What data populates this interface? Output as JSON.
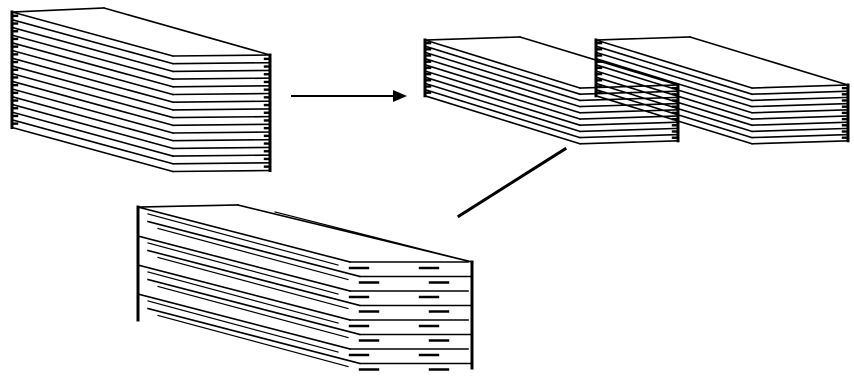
{
  "diagram": {
    "colors": {
      "background": "#ffffff",
      "ink": "#000000"
    },
    "elements": [
      {
        "name": "left-card-stack",
        "kind": "sheet-stack",
        "sheet_count": 16
      },
      {
        "name": "split-arrow",
        "kind": "arrow"
      },
      {
        "name": "right-card-stack-a",
        "kind": "sheet-stack",
        "sheet_count": 10
      },
      {
        "name": "right-card-stack-b",
        "kind": "sheet-stack",
        "sheet_count": 10
      },
      {
        "name": "connector-line",
        "kind": "connector"
      },
      {
        "name": "interleaved-card-stack",
        "kind": "interleaved-sheet-stack",
        "sheet_count": 8
      }
    ]
  }
}
